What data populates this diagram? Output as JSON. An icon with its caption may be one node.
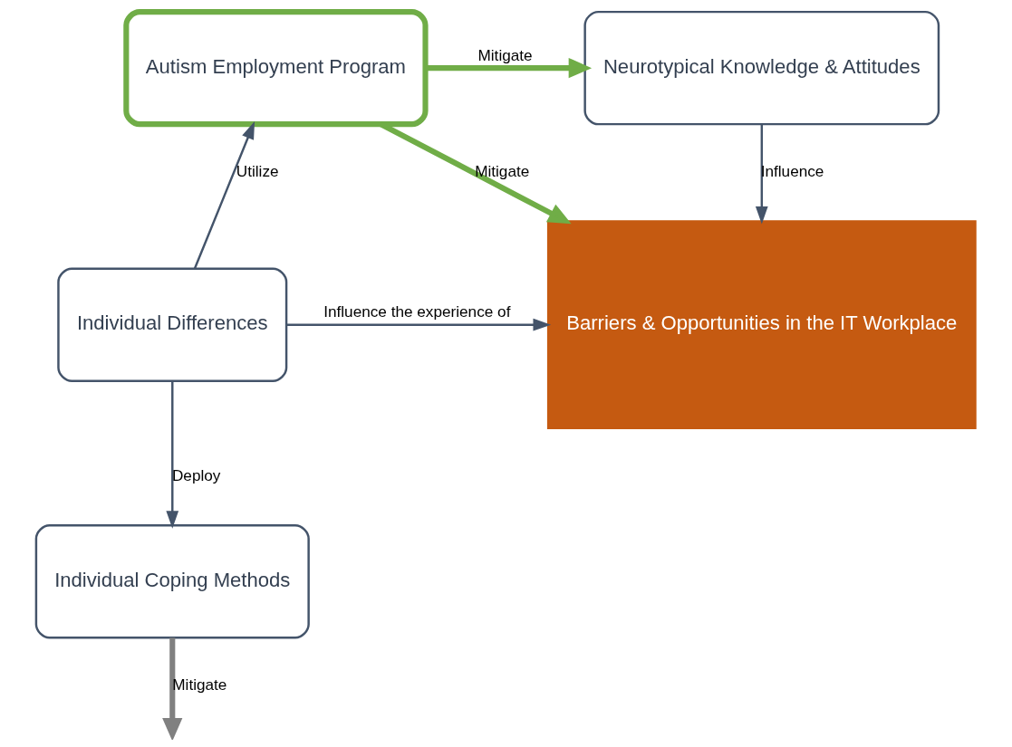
{
  "diagram": {
    "nodes": [
      {
        "text": [
          "Autism Employment Program"
        ]
      },
      {
        "text": [
          "Neurotypical Knowledge & Attitudes"
        ]
      },
      {
        "text": [
          "Individual Differences"
        ]
      },
      {
        "text": [
          "Barriers & Opportunities in the IT Workplace"
        ]
      },
      {
        "text": [
          "Individual Coping Methods"
        ]
      }
    ],
    "edges": [
      {
        "from": 2,
        "to": 0,
        "arrow": "to",
        "label": "Utilize"
      },
      {
        "from": 0,
        "to": 1,
        "arrow": "to",
        "label": "Mitigate",
        "style": "thick",
        "color": "#70ad47"
      },
      {
        "from": 0,
        "to": 3,
        "arrow": "to",
        "label": "Mitigate",
        "style": "thick",
        "color": "#70ad47"
      },
      {
        "from": 1,
        "to": 3,
        "arrow": "to",
        "label": "Influence"
      },
      {
        "from": 2,
        "to": 3,
        "arrow": "to",
        "label": "Influence the experience of"
      },
      {
        "from": 2,
        "to": 4,
        "arrow": "to",
        "label": "Deploy"
      },
      {
        "from": 4,
        "to": null,
        "arrow": "to",
        "label": "Mitigate",
        "style": "thick",
        "color": "#808080"
      }
    ]
  }
}
